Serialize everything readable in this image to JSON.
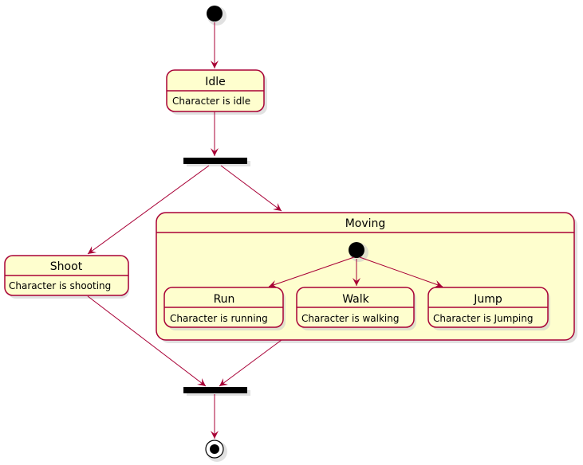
{
  "states": {
    "idle": {
      "name": "Idle",
      "desc": "Character is idle"
    },
    "shoot": {
      "name": "Shoot",
      "desc": "Character is shooting"
    },
    "moving": {
      "name": "Moving"
    },
    "run": {
      "name": "Run",
      "desc": "Character is running"
    },
    "walk": {
      "name": "Walk",
      "desc": "Character is walking"
    },
    "jump": {
      "name": "Jump",
      "desc": "Character is Jumping"
    }
  },
  "colors": {
    "state_fill": "#FEFECE",
    "border": "#A80036",
    "node": "#000000"
  }
}
